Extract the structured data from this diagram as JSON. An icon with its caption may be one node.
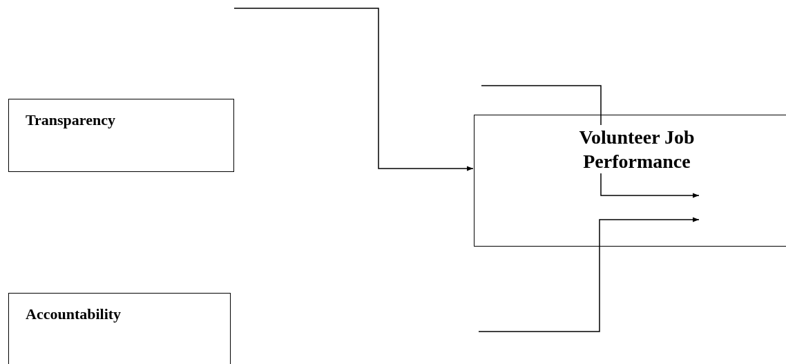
{
  "diagram": {
    "nodes": [
      {
        "text": [
          "Transparency"
        ]
      },
      {
        "text": [
          "Accountability"
        ]
      },
      {
        "text": [
          "Volunteer Job Performance"
        ]
      }
    ],
    "edges": [
      {
        "from": null,
        "to": 2,
        "arrow": "to"
      },
      {
        "from": null,
        "to": 2,
        "arrow": "to"
      },
      {
        "from": null,
        "to": 2,
        "arrow": "to"
      }
    ]
  }
}
